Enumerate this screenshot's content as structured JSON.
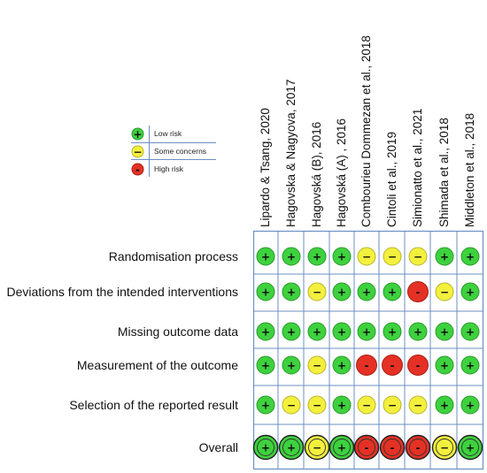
{
  "legend": {
    "items": [
      {
        "label": "Low risk",
        "judgement": "low"
      },
      {
        "label": "Some concerns",
        "judgement": "some"
      },
      {
        "label": "High risk",
        "judgement": "high"
      }
    ]
  },
  "symbols": {
    "low": "+",
    "some": "−",
    "high": "-"
  },
  "colors": {
    "low": "#3ed13e",
    "low_stroke": "#2a9a2a",
    "some": "#f3f03d",
    "some_stroke": "#b8b430",
    "high": "#e53125",
    "high_stroke": "#a82016",
    "grid_line": "#6c8fc4"
  },
  "studies": [
    "Lipardo & Tsang, 2020",
    "Hagovska & Nagyova, 2017",
    "Hagovská (B), 2016",
    "Hagovská (A) , 2016",
    "Combourieu Dommezan et al., 2018",
    "Cintoli et al., 2019",
    "Simionatto et al., 2021",
    "Shimada et al., 2018",
    "Middleton et al., 2018"
  ],
  "domains": [
    {
      "label": "Randomisation process",
      "judgements": [
        "low",
        "low",
        "low",
        "low",
        "some",
        "some",
        "some",
        "low",
        "low"
      ]
    },
    {
      "label": "Deviations from the intended interventions",
      "judgements": [
        "low",
        "low",
        "some",
        "low",
        "low",
        "low",
        "high",
        "some",
        "low"
      ]
    },
    {
      "label": "Missing outcome data",
      "judgements": [
        "low",
        "low",
        "low",
        "low",
        "low",
        "low",
        "low",
        "low",
        "low"
      ]
    },
    {
      "label": "Measurement of the outcome",
      "judgements": [
        "low",
        "low",
        "some",
        "low",
        "high",
        "high",
        "high",
        "low",
        "low"
      ]
    },
    {
      "label": "Selection of the reported result",
      "judgements": [
        "low",
        "some",
        "some",
        "low",
        "some",
        "some",
        "some",
        "low",
        "low"
      ]
    },
    {
      "label": "Overall",
      "judgements": [
        "low",
        "low",
        "some",
        "low",
        "high",
        "high",
        "high",
        "some",
        "low"
      ],
      "overall": true
    }
  ]
}
